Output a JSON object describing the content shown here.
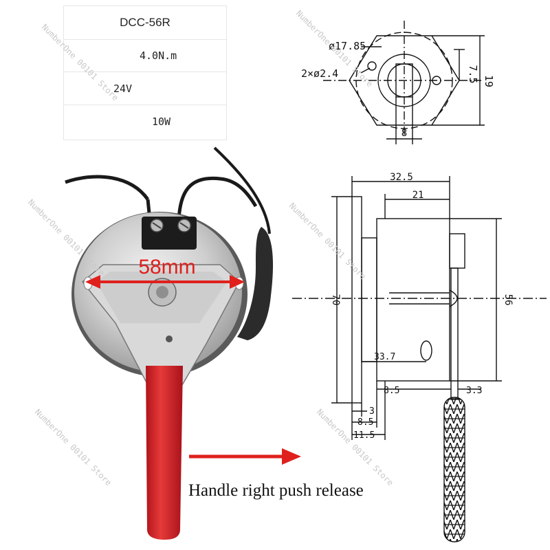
{
  "specs": {
    "model": "DCC-56R",
    "torque": "4.0N.m",
    "voltage": "24V",
    "power": "10W"
  },
  "top_drawing": {
    "diameter_label": "ø17.85",
    "holes_label": "2×ø2.4",
    "height_label": "19",
    "half_height_label": "7.5",
    "width_label": "8"
  },
  "side_drawing": {
    "overall_length_label": "32.5",
    "body_length_label": "21",
    "flange_height_label": "70",
    "body_height_label": "56",
    "offset_label": "33.7",
    "left_gap_label": "8.5",
    "right_gap_label": "3.3",
    "stack_labels": [
      "3",
      "8.5",
      "11.5"
    ]
  },
  "photo": {
    "measure_label": "58mm"
  },
  "caption": "Handle right push release",
  "watermark": "NumberOne 00101 Store",
  "colors": {
    "handle": "#d81e24",
    "arrow": "#e0201c",
    "metal": "#c9c9c9",
    "line": "#111111"
  }
}
